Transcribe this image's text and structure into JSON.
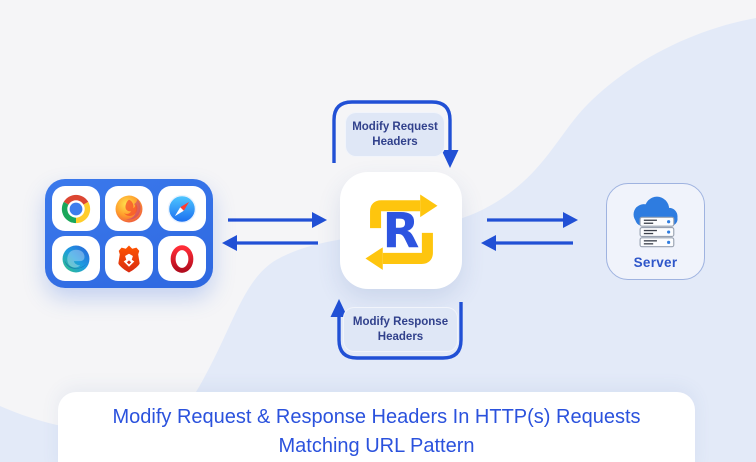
{
  "colors": {
    "bg": "#f5f5f7",
    "wave": "#e3eaf8",
    "arrow": "#2150d5",
    "label_box": "#dfe7f6",
    "label_text": "#31418c",
    "title_text": "#2b52dd",
    "logo_yellow": "#fec50e",
    "logo_blue": "#2d54e0",
    "grid_blue": "#2e68e0",
    "server_blue": "#2e7ce0",
    "server_text": "#2e56c9"
  },
  "flow_labels": {
    "request": {
      "lines": [
        "Modify Request",
        "Headers"
      ]
    },
    "response": {
      "lines": [
        "Modify Response",
        "Headers"
      ]
    }
  },
  "logo": {
    "letter": "R"
  },
  "server": {
    "label": "Server"
  },
  "browsers": [
    "chrome",
    "firefox",
    "safari",
    "edge",
    "brave",
    "opera"
  ],
  "title": {
    "lines": [
      "Modify Request & Response Headers In HTTP(s) Requests",
      "Matching URL Pattern"
    ]
  }
}
